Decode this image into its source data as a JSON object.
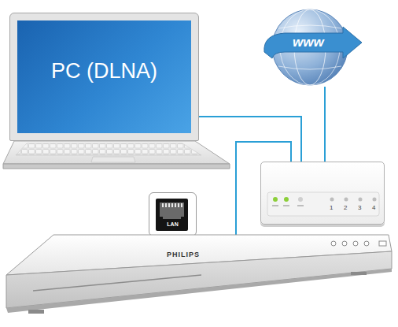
{
  "diagram": {
    "nodes": [
      {
        "text": [
          "PC (DLNA)"
        ]
      },
      {
        "text": [
          "www"
        ]
      },
      {
        "text": [
          "1",
          "2",
          "3",
          "4"
        ]
      },
      {
        "text": [
          "LAN"
        ]
      },
      {
        "text": [
          "PHILIPS"
        ]
      }
    ],
    "edges": [
      {
        "from": 0,
        "to": 2,
        "arrow": "none"
      },
      {
        "from": 2,
        "to": 1,
        "arrow": "none"
      },
      {
        "from": 2,
        "to": 4,
        "arrow": "none"
      }
    ]
  }
}
